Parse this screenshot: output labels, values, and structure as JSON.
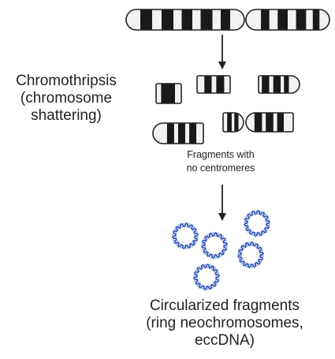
{
  "labels": {
    "process": "Chromothripsis\n(chromosome\nshattering)",
    "fragments_note": "Fragments with\nno centromeres",
    "result": "Circularized fragments\n(ring neochromosomes,\neccDNA)"
  },
  "colors": {
    "band_dark": "#1a1a1a",
    "band_light": "#f2f2f2",
    "outline": "#222222",
    "arrow": "#222222",
    "dna_blue": "#2f55b0",
    "dna_light": "#a8b8e8"
  },
  "icons": {
    "arrow": "down-arrow-icon",
    "chromosome": "chromosome-icon",
    "fragment": "chromosome-fragment-icon",
    "ring": "dna-ring-icon"
  }
}
